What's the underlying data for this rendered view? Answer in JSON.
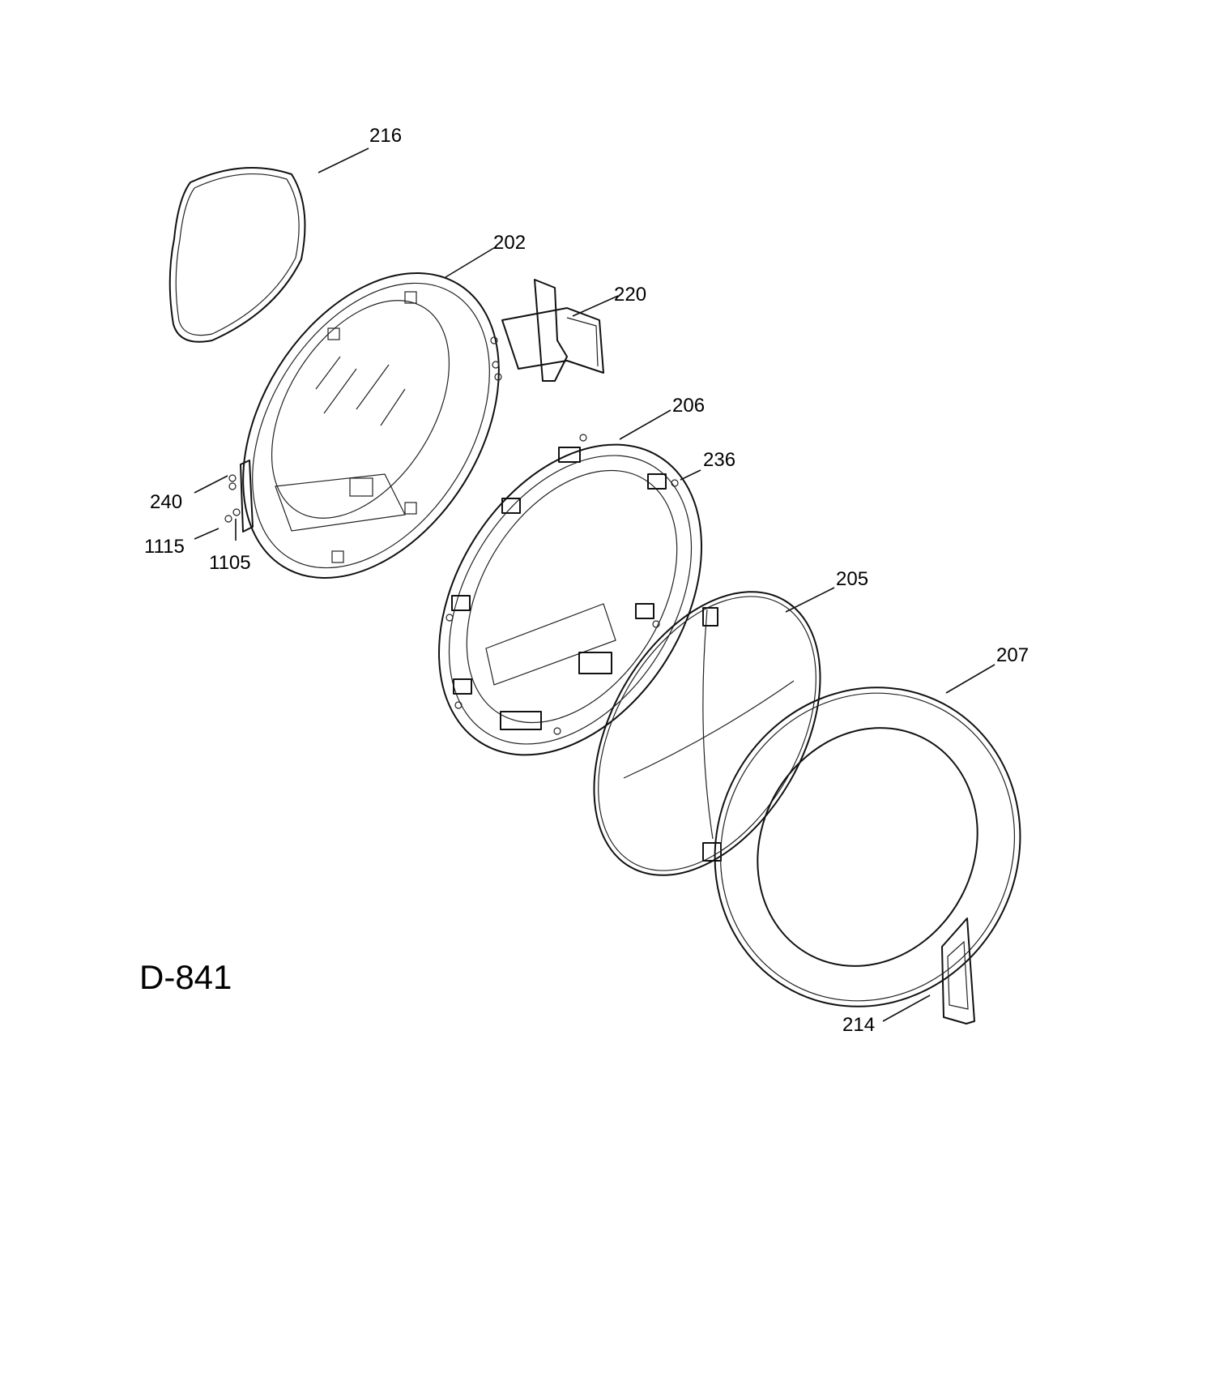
{
  "diagram": {
    "code": "D-841",
    "callouts": {
      "c216": "216",
      "c202": "202",
      "c220": "220",
      "c206": "206",
      "c236": "236",
      "c240": "240",
      "c1115": "1115",
      "c1105": "1105",
      "c205": "205",
      "c207": "207",
      "c214": "214"
    }
  }
}
